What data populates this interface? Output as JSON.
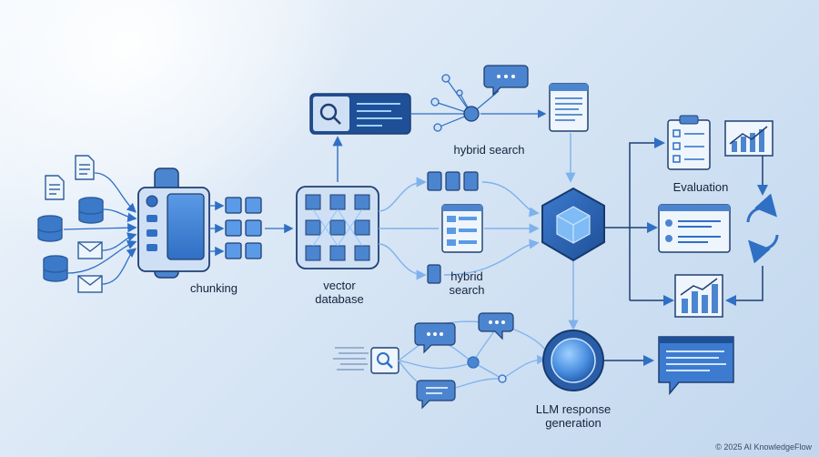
{
  "labels": {
    "chunking": "chunking",
    "vector_database": "vector\ndatabase",
    "hybrid_search_top": "hybrid search",
    "hybrid_search_mid": "hybrid\nsearch",
    "evaluation": "Evaluation",
    "llm_response": "LLM response\ngeneration"
  },
  "footer": {
    "copyright": "© 2025 AI KnowledgeFlow"
  },
  "colors": {
    "primary": "#2f6fc4",
    "dark": "#1f3f73",
    "light_fill": "#cfe0f5",
    "accent": "#5aa0ea"
  }
}
